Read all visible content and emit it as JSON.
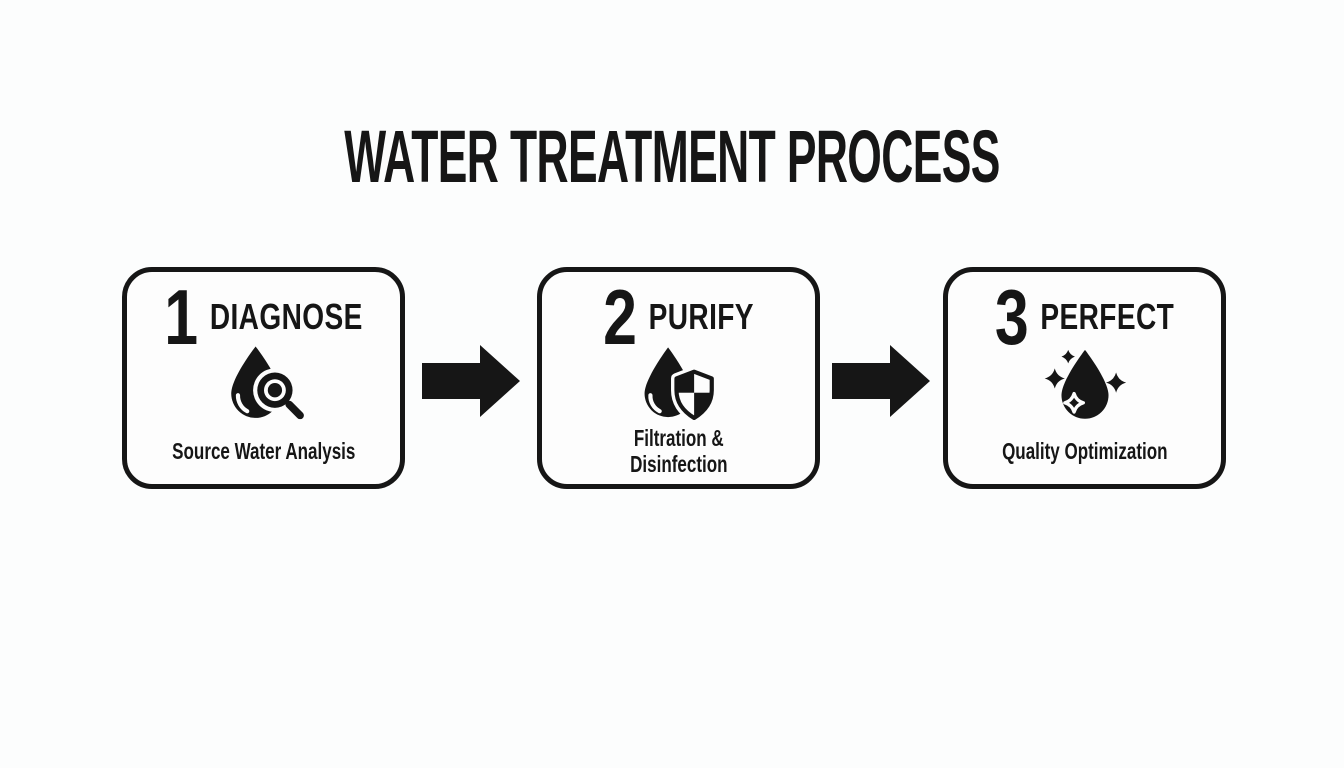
{
  "page": {
    "title": "WATER TREATMENT PROCESS"
  },
  "steps": [
    {
      "number": "1",
      "label": "DIAGNOSE",
      "caption": "Source Water Analysis",
      "icon": "water-drop-magnifier"
    },
    {
      "number": "2",
      "label": "PURIFY",
      "caption": "Filtration &\nDisinfection",
      "icon": "water-drop-shield"
    },
    {
      "number": "3",
      "label": "PERFECT",
      "caption": "Quality Optimization",
      "icon": "water-drop-sparkles"
    }
  ],
  "connectors": [
    {
      "type": "arrow-right"
    },
    {
      "type": "arrow-right"
    }
  ],
  "colors": {
    "background": "#fcfdfd",
    "ink": "#161616",
    "box_fill": "#fdfdfd"
  }
}
